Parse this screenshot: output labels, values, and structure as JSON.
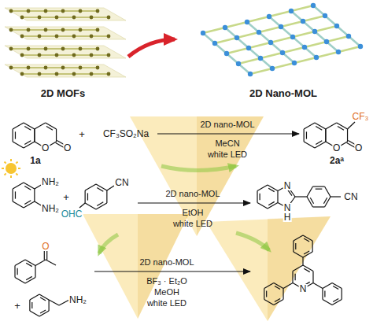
{
  "diagram": {
    "labels": [
      "2D MOFs",
      "2D Nano-MOL",
      "O",
      "O",
      "1a",
      "+",
      "CF₃SO₂Na",
      "2D nano-MOL",
      "MeCN",
      "white LED",
      "CF₃",
      "O",
      "O",
      "2aᵃ",
      "NH₂",
      "NH₂",
      "+",
      "CN",
      "OHC",
      "2D nano-MOL",
      "EtOH",
      "white LED",
      "N",
      "N",
      "H",
      "CN",
      "O",
      "+",
      "NH₂",
      "2D nano-MOL",
      "BF₃ · Et₂O",
      "MeOH",
      "white LED",
      "N"
    ]
  }
}
